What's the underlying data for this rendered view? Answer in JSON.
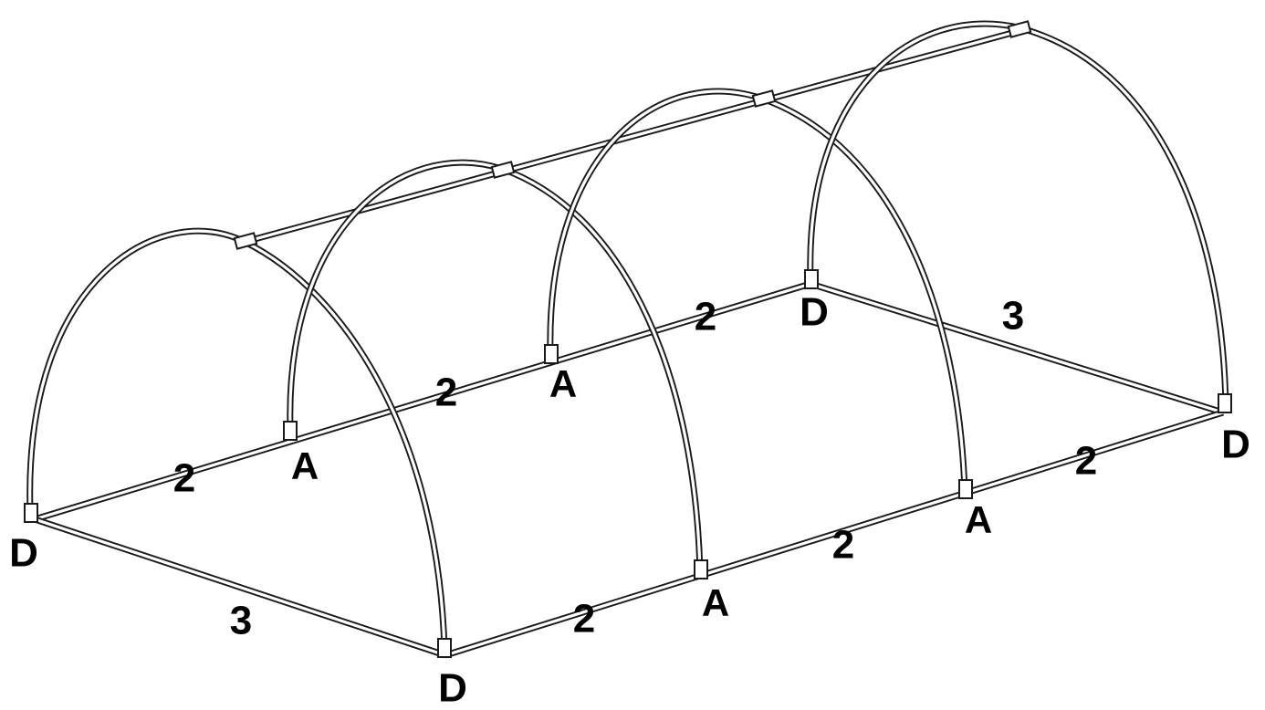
{
  "diagram": {
    "labels": {
      "corner": "D",
      "joint": "A",
      "long_segment": "2",
      "short_segment": "3"
    }
  }
}
